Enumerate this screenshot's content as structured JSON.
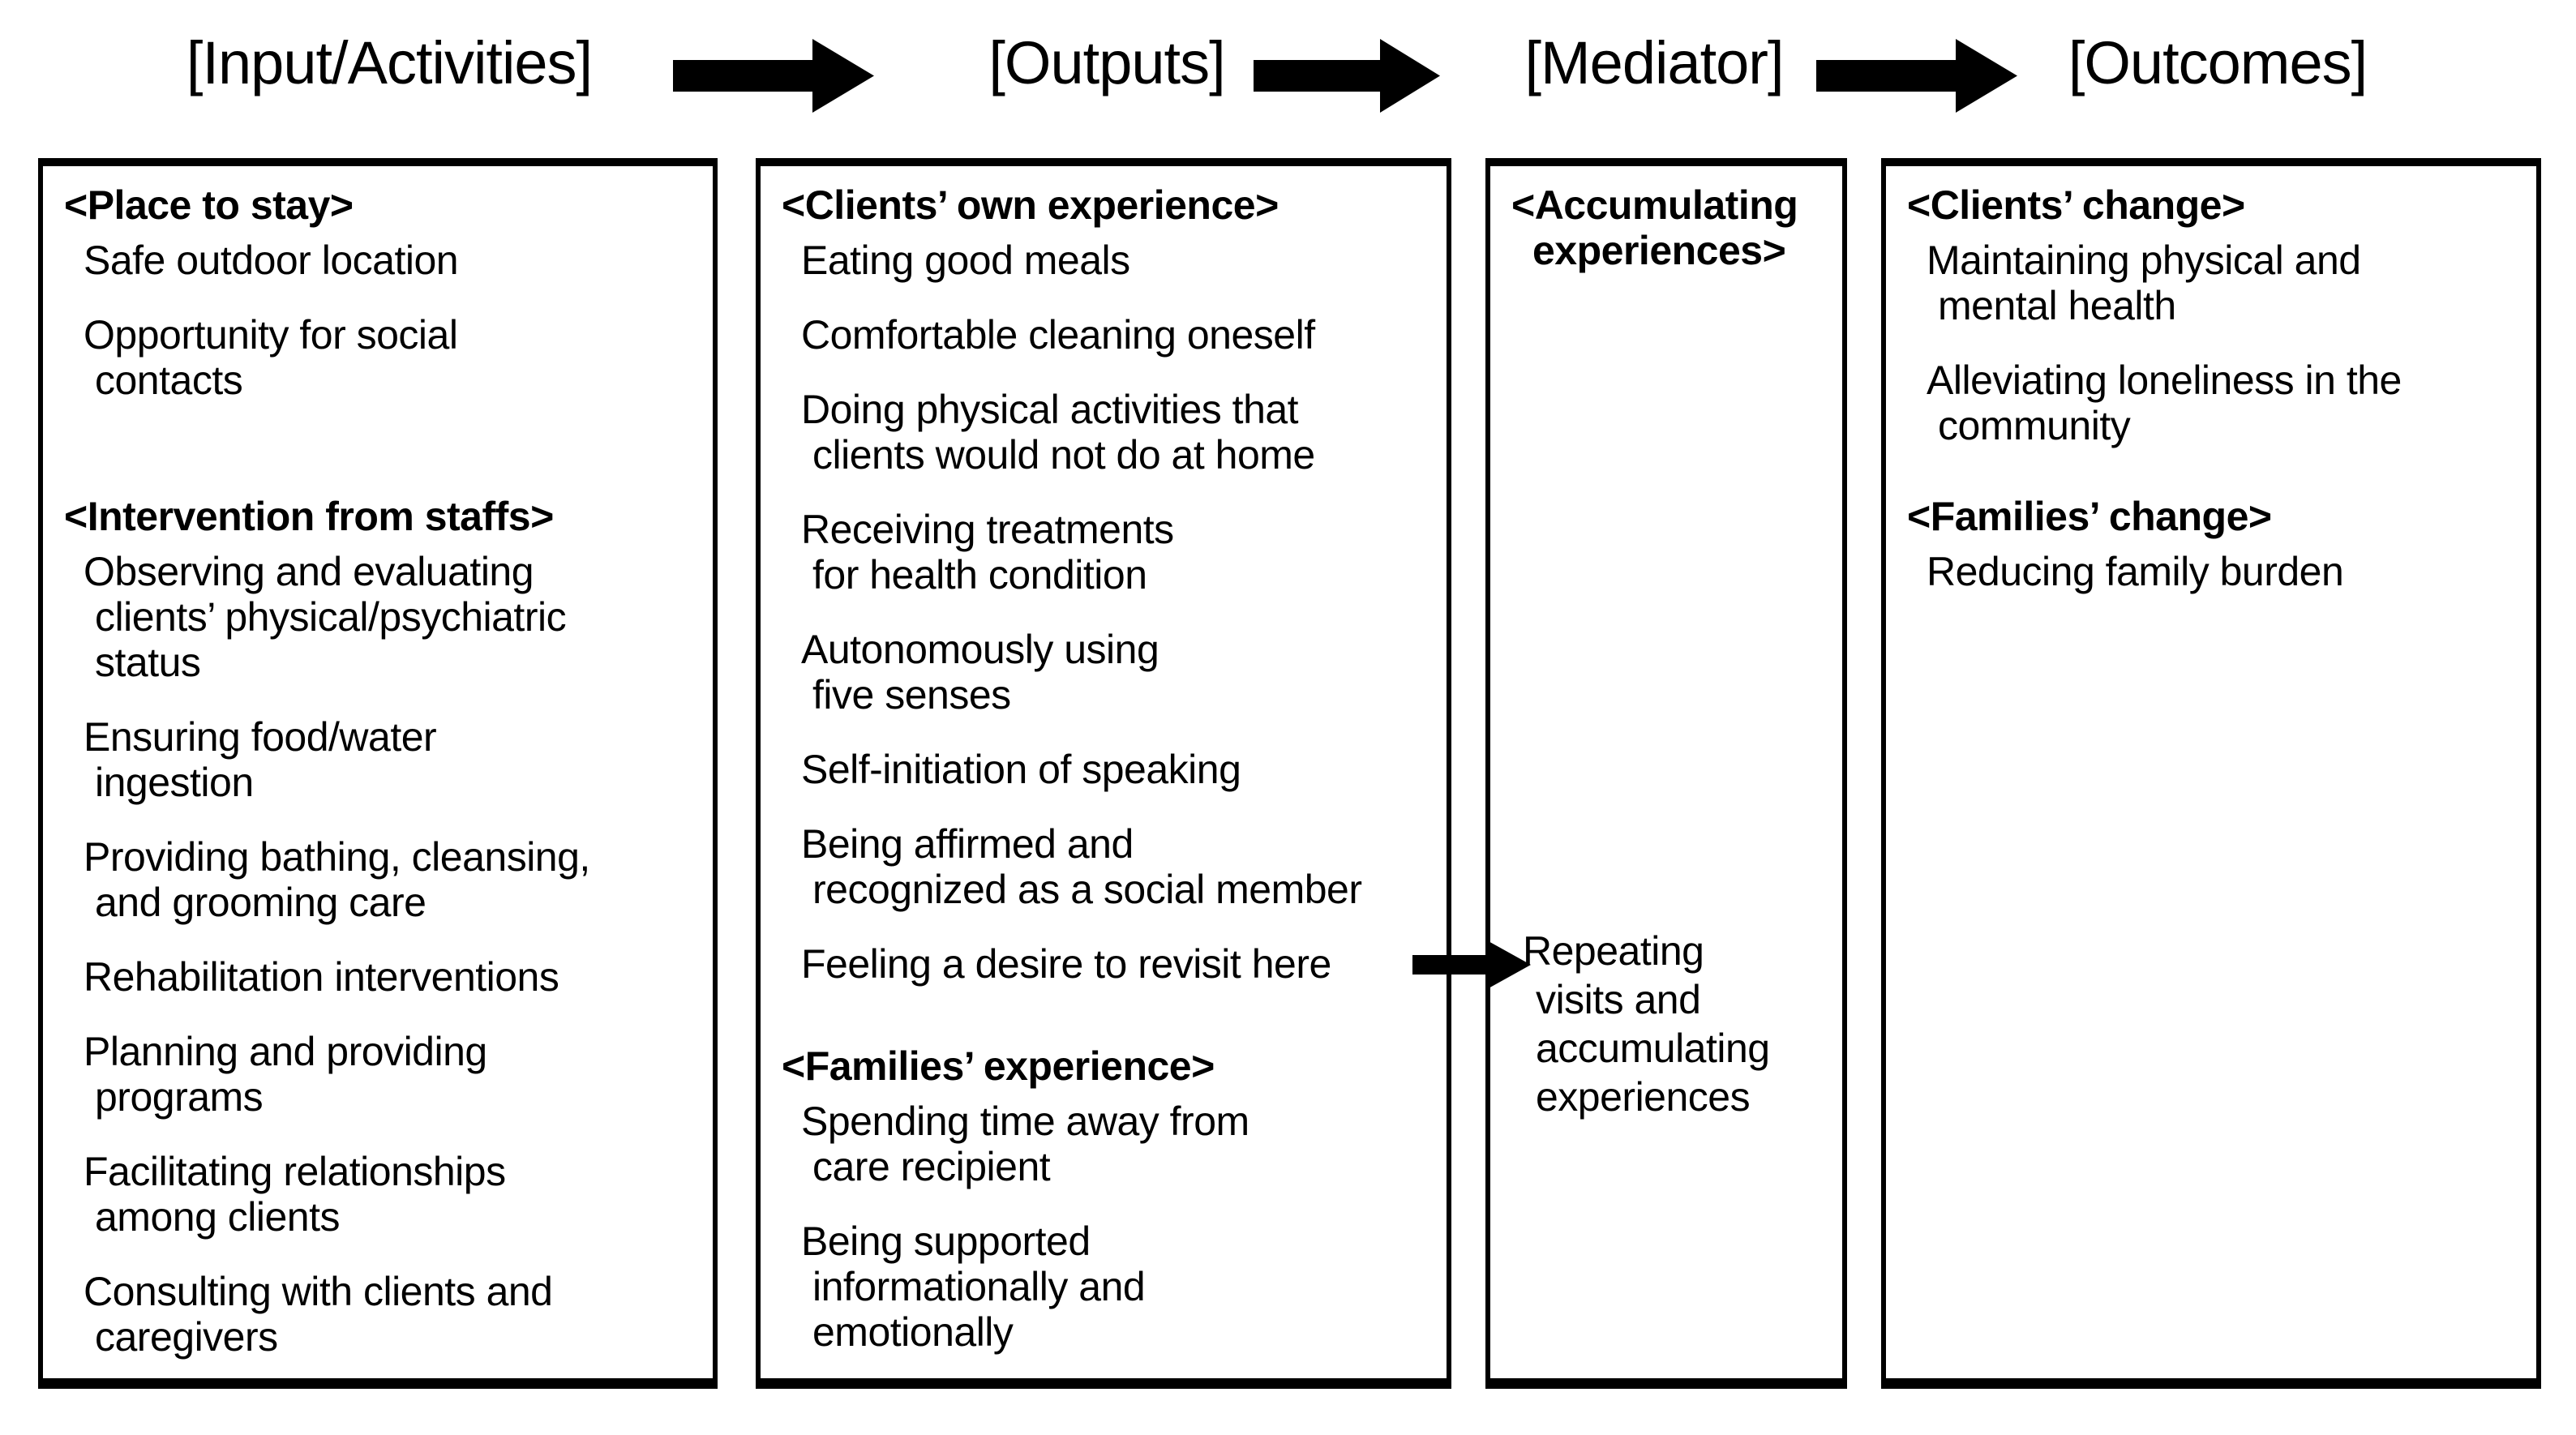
{
  "title_row": {
    "labels": [
      "[Input/Activities]",
      "[Outputs]",
      "[Mediator]",
      "[Outcomes]"
    ],
    "arrow_icon": "block-arrow-right-icon"
  },
  "colors": {
    "text": "#000000",
    "background": "#ffffff",
    "border": "#000000",
    "arrow": "#000000"
  },
  "columns": [
    {
      "id": "input-activities",
      "header_label": "[Input/Activities]",
      "blocks": [
        {
          "type": "heading",
          "space": 0,
          "lines": [
            "<Place to stay>"
          ]
        },
        {
          "type": "item",
          "space": 1,
          "lines": [
            "Safe outdoor location"
          ]
        },
        {
          "type": "item",
          "space": 2,
          "lines": [
            "Opportunity for social",
            "contacts"
          ]
        },
        {
          "type": "heading",
          "space": 4,
          "lines": [
            "<Intervention from staffs>"
          ]
        },
        {
          "type": "item",
          "space": 1,
          "lines": [
            "Observing and evaluating",
            "clients’ physical/psychiatric",
            "status"
          ]
        },
        {
          "type": "item",
          "space": 2,
          "lines": [
            "Ensuring food/water",
            "ingestion"
          ]
        },
        {
          "type": "item",
          "space": 2,
          "lines": [
            "Providing bathing, cleansing,",
            "and grooming care"
          ]
        },
        {
          "type": "item",
          "space": 2,
          "lines": [
            "Rehabilitation interventions"
          ]
        },
        {
          "type": "item",
          "space": 2,
          "lines": [
            "Planning and providing",
            "programs"
          ]
        },
        {
          "type": "item",
          "space": 2,
          "lines": [
            "Facilitating relationships",
            "among clients"
          ]
        },
        {
          "type": "item",
          "space": 2,
          "lines": [
            "Consulting with clients and",
            "caregivers"
          ]
        }
      ]
    },
    {
      "id": "outputs",
      "header_label": "[Outputs]",
      "blocks": [
        {
          "type": "heading",
          "space": 0,
          "lines": [
            "<Clients’ own experience>"
          ]
        },
        {
          "type": "item",
          "space": 1,
          "lines": [
            "Eating good meals"
          ]
        },
        {
          "type": "item",
          "space": 2,
          "lines": [
            "Comfortable cleaning oneself"
          ]
        },
        {
          "type": "item",
          "space": 2,
          "lines": [
            "Doing physical activities that",
            "clients would not do at home"
          ]
        },
        {
          "type": "item",
          "space": 2,
          "lines": [
            "Receiving treatments",
            "for health condition"
          ]
        },
        {
          "type": "item",
          "space": 2,
          "lines": [
            "Autonomously using",
            "five senses"
          ]
        },
        {
          "type": "item",
          "space": 2,
          "lines": [
            "Self-initiation of speaking"
          ]
        },
        {
          "type": "item",
          "space": 2,
          "lines": [
            "Being affirmed and",
            "recognized as a social member"
          ]
        },
        {
          "type": "item",
          "space": 2,
          "lines": [
            "Feeling a desire to revisit here"
          ]
        },
        {
          "type": "heading",
          "space": 3,
          "lines": [
            "<Families’ experience>"
          ]
        },
        {
          "type": "item",
          "space": 1,
          "lines": [
            "Spending time away from",
            "care recipient"
          ]
        },
        {
          "type": "item",
          "space": 2,
          "lines": [
            "Being supported",
            "informationally and",
            "emotionally"
          ]
        }
      ]
    },
    {
      "id": "mediator",
      "header_label": "[Mediator]",
      "blocks": [
        {
          "type": "heading",
          "space": 0,
          "lines": [
            "<Accumulating",
            "experiences>"
          ]
        },
        {
          "type": "item",
          "space": 2,
          "note": true,
          "lines": [
            "Repeating",
            "visits and",
            "accumulating",
            "experiences"
          ]
        }
      ]
    },
    {
      "id": "outcomes",
      "header_label": "[Outcomes]",
      "blocks": [
        {
          "type": "heading",
          "space": 0,
          "lines": [
            "<Clients’ change>"
          ]
        },
        {
          "type": "item",
          "space": 1,
          "lines": [
            "Maintaining physical and",
            "mental health"
          ]
        },
        {
          "type": "item",
          "space": 2,
          "lines": [
            "Alleviating loneliness in the",
            "community"
          ]
        },
        {
          "type": "heading",
          "space": 5,
          "lines": [
            "<Families’ change>"
          ]
        },
        {
          "type": "item",
          "space": 1,
          "lines": [
            "Reducing family burden"
          ]
        }
      ]
    }
  ],
  "connector": {
    "from": "Feeling a desire to revisit here",
    "to": "Repeating visits and accumulating experiences",
    "icon": "small-block-arrow-right-icon"
  }
}
